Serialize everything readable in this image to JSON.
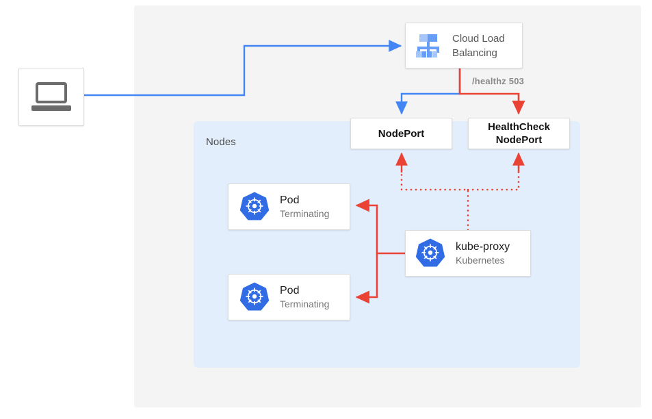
{
  "diagram": {
    "title": "Kubernetes external traffic policy health check diagram",
    "colors": {
      "blue": "#4285f4",
      "red": "#ea4335",
      "panel_gray": "#f4f4f4",
      "nodes_blue": "#e2eefc",
      "k8s_blue": "#326ce5"
    }
  },
  "client": {
    "icon": "laptop-icon"
  },
  "load_balancer": {
    "icon": "cloud-load-balancing-icon",
    "line1": "Cloud Load",
    "line2": "Balancing"
  },
  "edges": {
    "healthz_label": "/healthz 503"
  },
  "nodes_region": {
    "label": "Nodes"
  },
  "services": [
    {
      "name": "nodeport",
      "line1": "NodePort",
      "line2": ""
    },
    {
      "name": "healthcheck-nodeport",
      "line1": "HealthCheck",
      "line2": "NodePort"
    }
  ],
  "pods": [
    {
      "icon": "kubernetes-icon",
      "title": "Pod",
      "subtitle": "Terminating"
    },
    {
      "icon": "kubernetes-icon",
      "title": "Pod",
      "subtitle": "Terminating"
    }
  ],
  "kube_proxy": {
    "icon": "kubernetes-icon",
    "title": "kube-proxy",
    "subtitle": "Kubernetes"
  }
}
